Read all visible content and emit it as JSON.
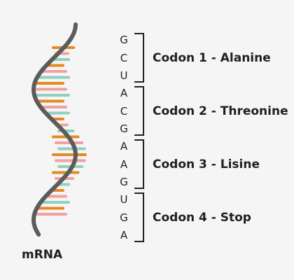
{
  "molecule_label": "mRNA",
  "colors": {
    "backbone": "#5c5c5c",
    "rungs": [
      "#e58a23",
      "#f1a1a1",
      "#8fd0bf",
      "#e58a23",
      "#f1a1a1",
      "#8fd0bf"
    ]
  },
  "codons": [
    {
      "bases": [
        "G",
        "C",
        "U"
      ],
      "label": "Codon 1 - Alanine"
    },
    {
      "bases": [
        "A",
        "C",
        "G"
      ],
      "label": "Codon 2 - Threonine"
    },
    {
      "bases": [
        "A",
        "A",
        "G"
      ],
      "label": "Codon 3 - Lisine"
    },
    {
      "bases": [
        "U",
        "G",
        "A"
      ],
      "label": "Codon 4 - Stop"
    }
  ]
}
